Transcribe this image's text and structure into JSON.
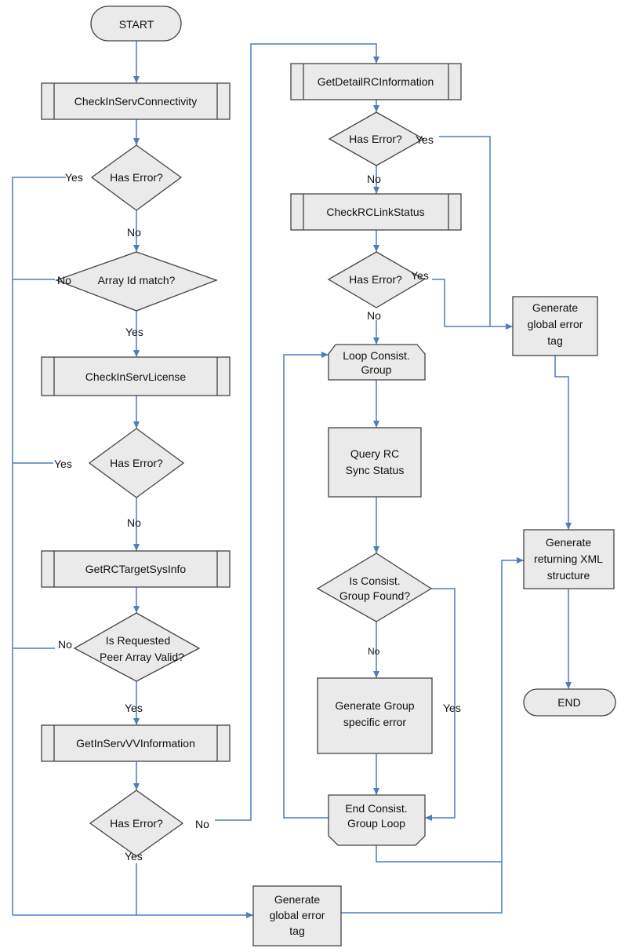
{
  "flowchart": {
    "nodes": {
      "start": "START",
      "check_connectivity": "CheckInServConnectivity",
      "err1": "Has Error?",
      "array_match": "Array Id match?",
      "check_license": "CheckInServLicense",
      "err2": "Has Error?",
      "get_target": "GetRCTargetSysInfo",
      "peer_valid": [
        "Is Requested",
        "Peer Array Valid?"
      ],
      "get_vv": "GetInServVVInformation",
      "err3": "Has Error?",
      "gen_err_bottom": [
        "Generate",
        "global error",
        "tag"
      ],
      "get_detail": "GetDetailRCInformation",
      "err4": "Has Error?",
      "check_link": "CheckRCLinkStatus",
      "err5": "Has Error?",
      "loop_start": [
        "Loop Consist.",
        "Group"
      ],
      "query_sync": [
        "Query RC",
        "Sync Status"
      ],
      "group_found": [
        "Is Consist.",
        "Group Found?"
      ],
      "gen_group_err": [
        "Generate Group",
        "specific error"
      ],
      "loop_end": [
        "End Consist.",
        "Group Loop"
      ],
      "gen_err_right": [
        "Generate",
        "global error",
        "tag"
      ],
      "gen_xml": [
        "Generate",
        "returning XML",
        "structure"
      ],
      "end": "END"
    },
    "edge_labels": {
      "err1_yes": "Yes",
      "err1_no": "No",
      "array_no": "No",
      "array_yes": "Yes",
      "err2_yes": "Yes",
      "err2_no": "No",
      "peer_no": "No",
      "peer_yes": "Yes",
      "err3_no": "No",
      "err3_yes": "Yes",
      "err4_yes": "Yes",
      "err4_no": "No",
      "err5_yes": "Yes",
      "err5_no": "No",
      "found_no": "No",
      "found_yes": "Yes"
    }
  }
}
